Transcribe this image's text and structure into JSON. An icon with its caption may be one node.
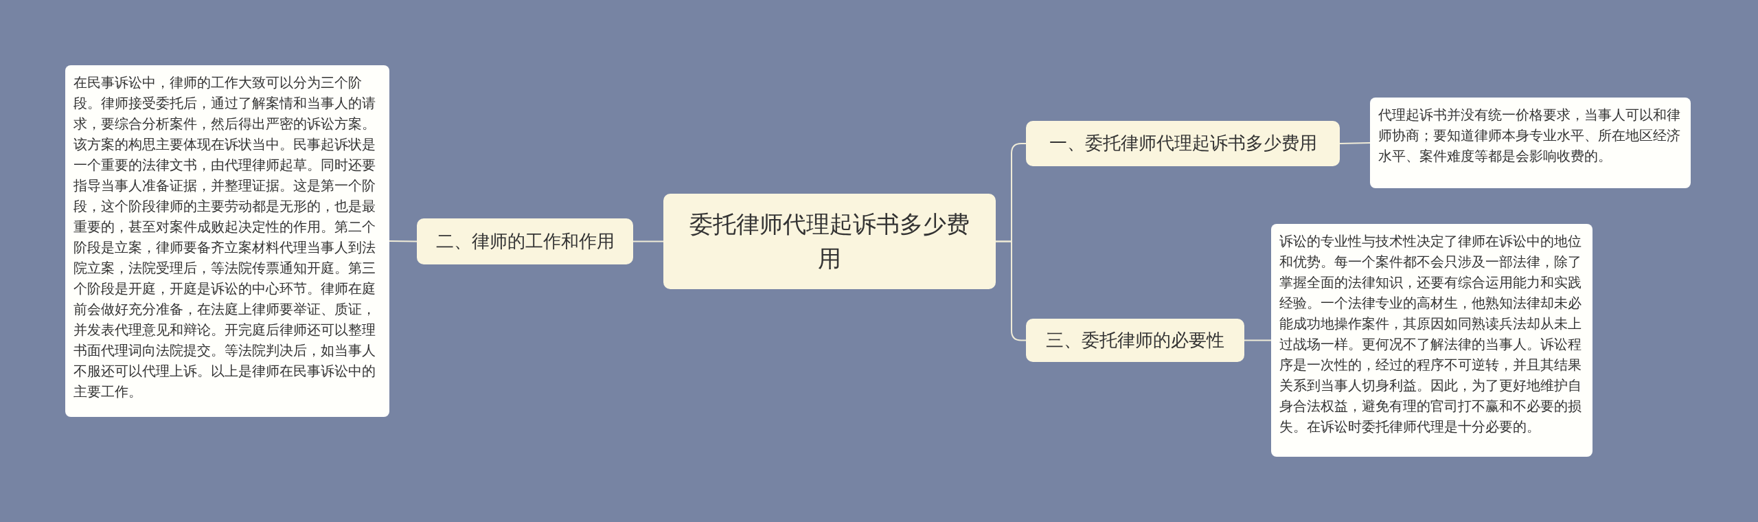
{
  "diagram": {
    "nodes": [
      {
        "text": [
          "委托律师代理起诉书多少费用"
        ]
      },
      {
        "text": [
          "一、委托律师代理起诉书多少费用"
        ]
      },
      {
        "text": [
          "代理起诉书并没有统一价格要求，当事人可以和律师协商；要知道律师本身专业水平、所在地区经济水平、案件难度等都是会影响收费的。"
        ]
      },
      {
        "text": [
          "三、委托律师的必要性"
        ]
      },
      {
        "text": [
          "诉讼的专业性与技术性决定了律师在诉讼中的地位和优势。每一个案件都不会只涉及一部法律，除了掌握全面的法律知识，还要有综合运用能力和实践经验。一个法律专业的高材生，他熟知法律却未必能成功地操作案件，其原因如同熟读兵法却从未上过战场一样。更何况不了解法律的当事人。诉讼程序是一次性的，经过的程序不可逆转，并且其结果关系到当事人切身利益。因此，为了更好地维护自身合法权益，避免有理的官司打不赢和不必要的损失。在诉讼时委托律师代理是十分必要的。"
        ]
      },
      {
        "text": [
          "二、律师的工作和作用"
        ]
      },
      {
        "text": [
          "在民事诉讼中，律师的工作大致可以分为三个阶段。律师接受委托后，通过了解案情和当事人的请求，要综合分析案件，然后得出严密的诉讼方案。该方案的构思主要体现在诉状当中。民事起诉状是一个重要的法律文书，由代理律师起草。同时还要指导当事人准备证据，并整理证据。这是第一个阶段，这个阶段律师的主要劳动都是无形的，也是最重要的，甚至对案件成败起决定性的作用。第二个阶段是立案，律师要备齐立案材料代理当事人到法院立案，法院受理后，等法院传票通知开庭。第三个阶段是开庭，开庭是诉讼的中心环节。律师在庭前会做好充分准备，在法庭上律师要举证、质证，并发表代理意见和辩论。开完庭后律师还可以整理书面代理词向法院提交。等法院判决后，如当事人不服还可以代理上诉。以上是律师在民事诉讼中的主要工作。"
        ]
      }
    ],
    "edges": [
      {
        "from": 0,
        "to": 1,
        "arrow": "none"
      },
      {
        "from": 1,
        "to": 2,
        "arrow": "none"
      },
      {
        "from": 0,
        "to": 3,
        "arrow": "none"
      },
      {
        "from": 3,
        "to": 4,
        "arrow": "none"
      },
      {
        "from": 0,
        "to": 5,
        "arrow": "none"
      },
      {
        "from": 5,
        "to": 6,
        "arrow": "none"
      }
    ]
  }
}
